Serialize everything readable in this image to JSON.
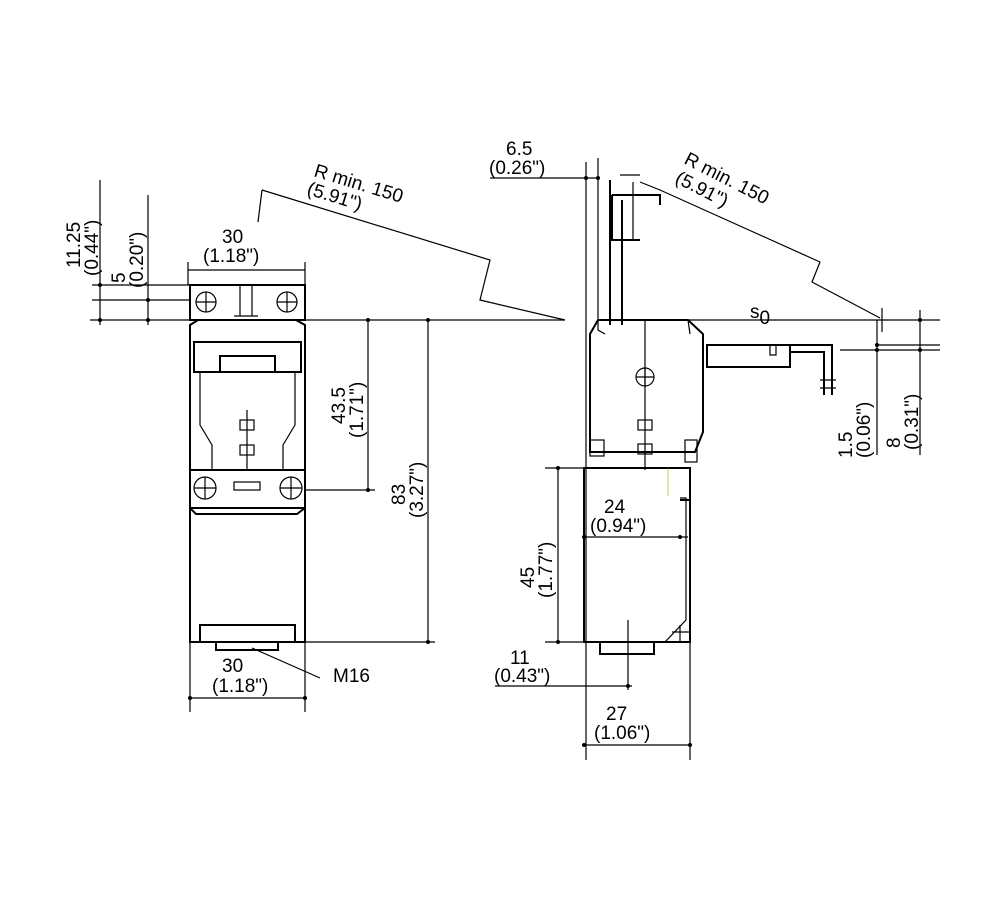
{
  "front_view": {
    "dim_top_width": "30",
    "dim_top_width_in": "(1.18\")",
    "dim_bottom_width": "30",
    "dim_bottom_width_in": "(1.18\")",
    "dim_upper_offset": "11.25",
    "dim_upper_offset_in": "(0.44\")",
    "dim_mount_offset": "5",
    "dim_mount_offset_in": "(0.20\")",
    "dim_mount_hole": "43.5",
    "dim_mount_hole_in": "(1.71\")",
    "dim_height": "83",
    "dim_height_in": "(3.27\")",
    "radius_label": "R min. 150",
    "radius_label_in": "(5.91\")",
    "conduit_label": "M16"
  },
  "side_view": {
    "dim_key_offset": "6.5",
    "dim_key_offset_in": "(0.26\")",
    "radius_label": "R min. 150",
    "radius_label_in": "(5.91\")",
    "travel_label": "s",
    "travel_sub": "0",
    "dim_gap": "1.5",
    "dim_gap_in": "(0.06\")",
    "dim_key_height": "8",
    "dim_key_height_in": "(0.31\")",
    "dim_depth": "24",
    "dim_depth_in": "(0.94\")",
    "dim_body_height": "45",
    "dim_body_height_in": "(1.77\")",
    "dim_conduit_offset": "11",
    "dim_conduit_offset_in": "(0.43\")",
    "dim_body_depth": "27",
    "dim_body_depth_in": "(1.06\")"
  }
}
